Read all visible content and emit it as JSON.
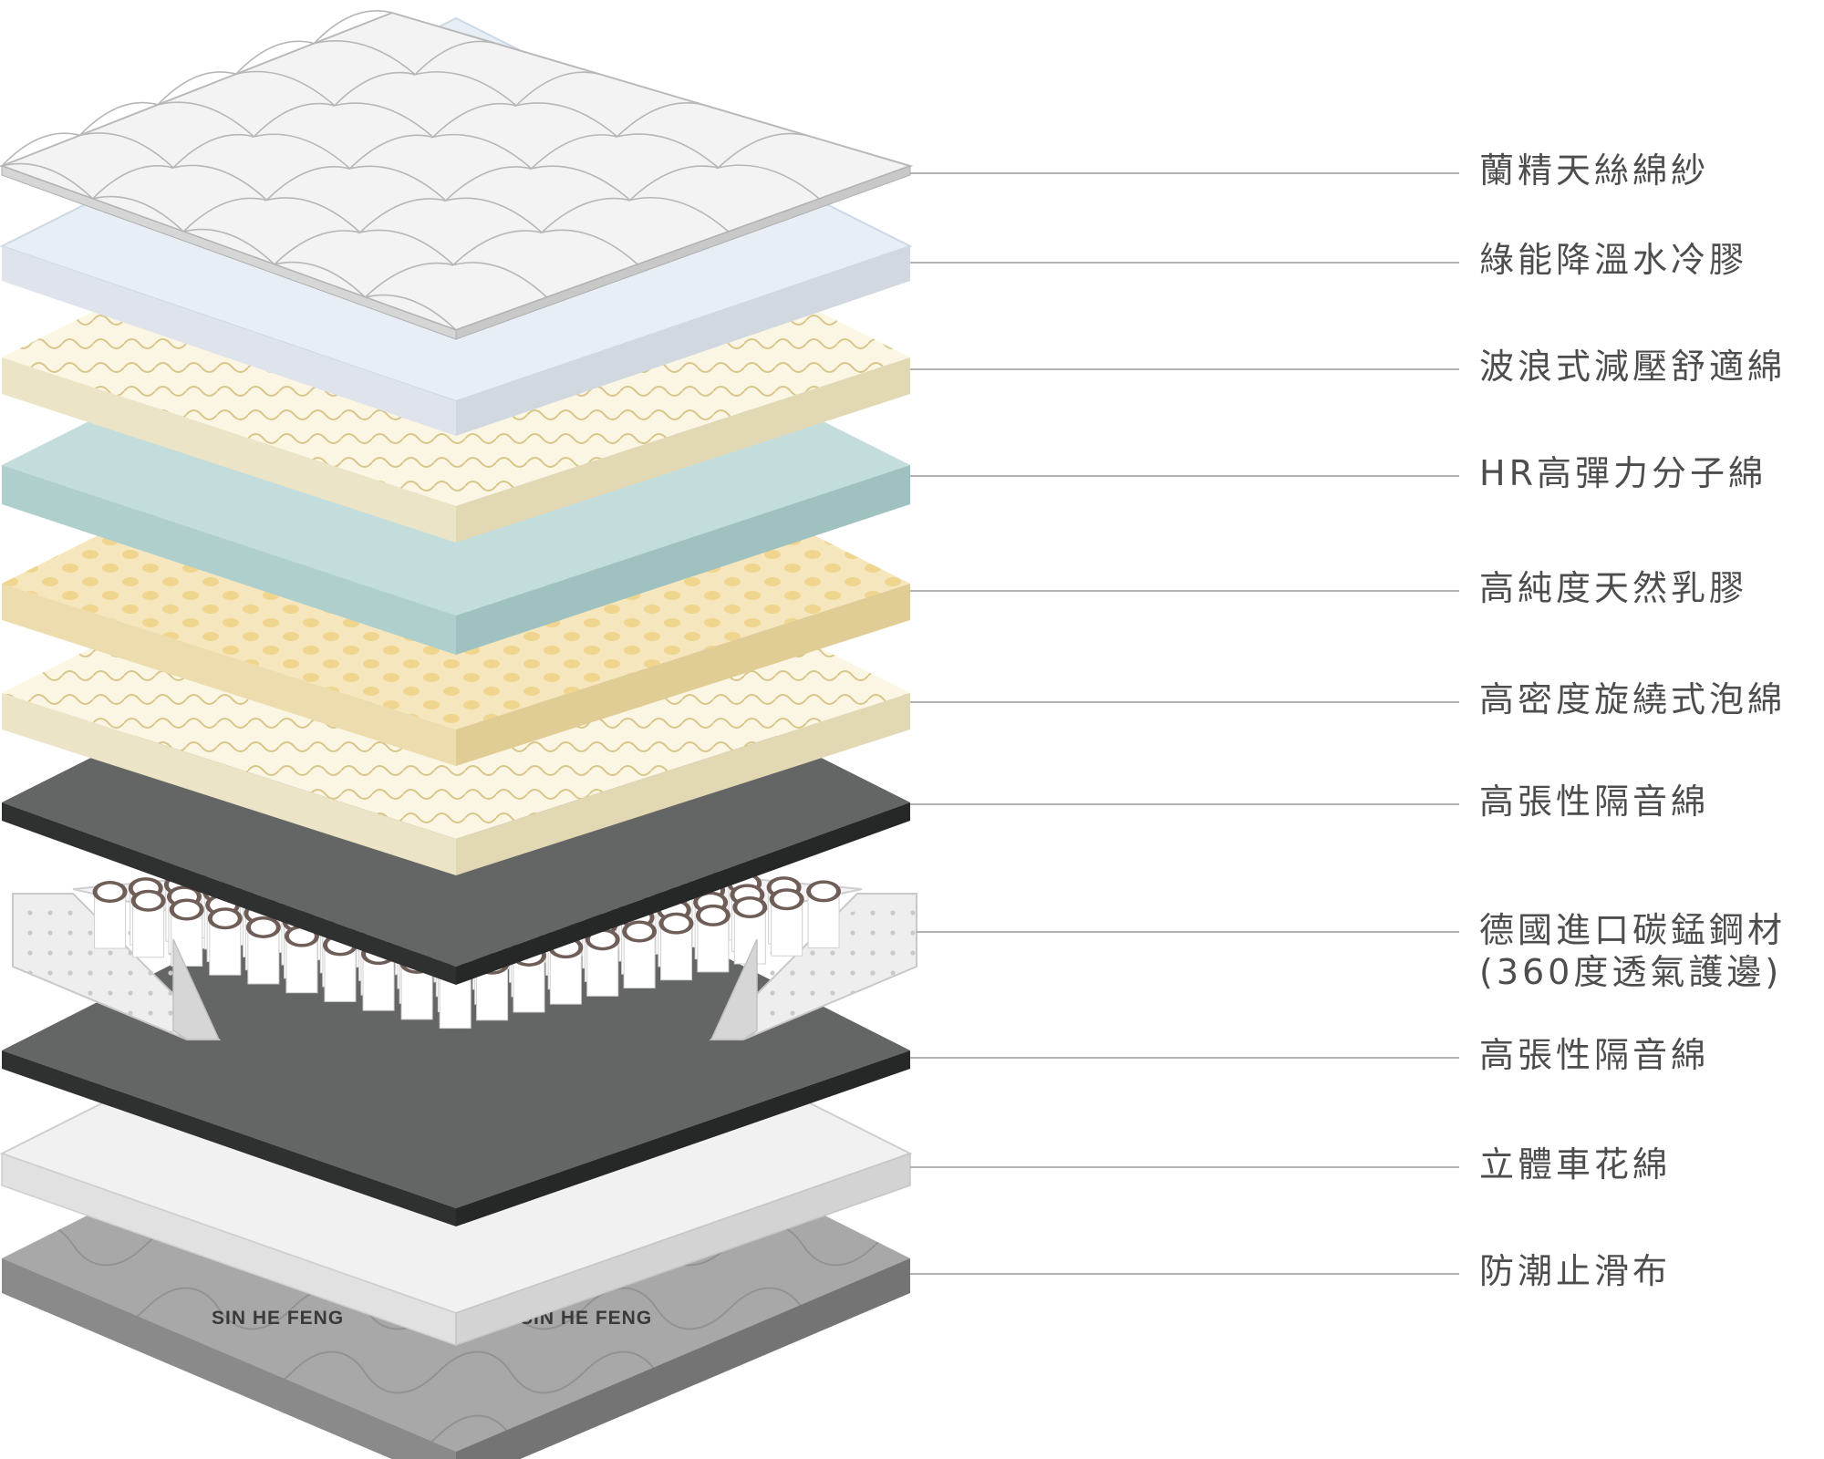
{
  "layers": [
    {
      "key": "top-fabric",
      "label": "蘭精天絲綿紗"
    },
    {
      "key": "cooling-gel",
      "label": "綠能降溫水冷膠"
    },
    {
      "key": "wave-foam",
      "label": "波浪式減壓舒適綿"
    },
    {
      "key": "hr-foam",
      "label": "HR高彈力分子綿"
    },
    {
      "key": "latex",
      "label": "高純度天然乳膠"
    },
    {
      "key": "swirl-foam",
      "label": "高密度旋繞式泡綿"
    },
    {
      "key": "felt-upper",
      "label": "高張性隔音綿"
    },
    {
      "key": "springs",
      "label": "德國進口碳錳鋼材",
      "label2": "(360度透氣護邊)"
    },
    {
      "key": "felt-lower",
      "label": "高張性隔音綿"
    },
    {
      "key": "quilted-foam",
      "label": "立體車花綿"
    },
    {
      "key": "base-fabric",
      "label": "防潮止滑布"
    }
  ],
  "brand_text": "SIN HE FENG",
  "colors": {
    "fabric_top": "#f3f3f3",
    "fabric_side": "#d9d9d9",
    "gel_top": "#e8eef6",
    "gel_side": "#d4d9e0",
    "wave_top": "#fbf6e3",
    "wave_side": "#e8dfc0",
    "hr_top": "#c2dddc",
    "hr_side": "#a3c4c2",
    "latex_top": "#f5e6bd",
    "latex_side": "#e5d2a0",
    "felt_top": "#646665",
    "felt_side": "#3c3d3d",
    "quilt_top": "#f1f1f1",
    "quilt_side": "#d8d8d8",
    "base_top": "#a8a8a8",
    "base_side": "#7c7c7c",
    "line": "#9a9a9a",
    "text": "#4d4d4d"
  }
}
